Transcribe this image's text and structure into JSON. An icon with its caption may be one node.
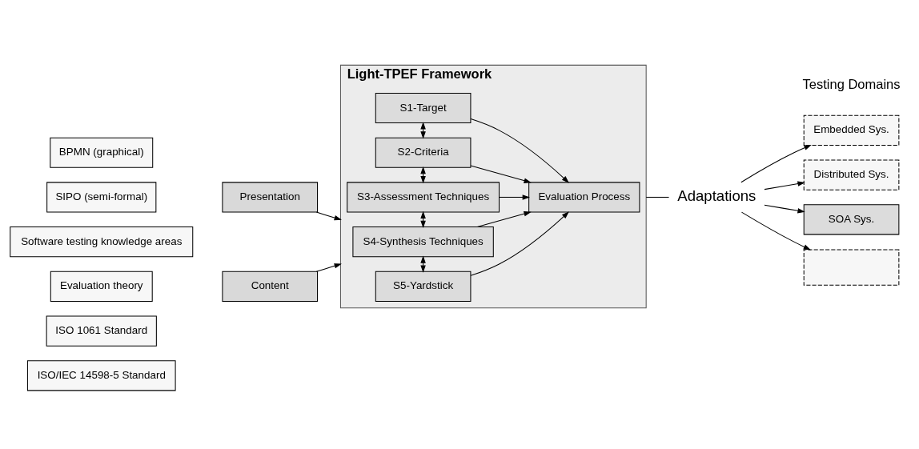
{
  "diagram": {
    "nodes": [
      {
        "text": [
          "BPMN (graphical)"
        ]
      },
      {
        "text": [
          "SIPO (semi-formal)"
        ]
      },
      {
        "text": [
          "Presentation"
        ]
      },
      {
        "text": [
          "Software testing knowledge areas"
        ]
      },
      {
        "text": [
          "Evaluation theory"
        ]
      },
      {
        "text": [
          "ISO 1061 Standard"
        ]
      },
      {
        "text": [
          "ISO/IEC 14598-5 Standard"
        ]
      },
      {
        "text": [
          "Content"
        ]
      },
      {
        "text": [
          "Light-TPEF Framework"
        ]
      },
      {
        "text": [
          "S1-Target"
        ],
        "in": 8
      },
      {
        "text": [
          "S2-Criteria"
        ],
        "in": 8
      },
      {
        "text": [
          "S3-Assessment Techniques"
        ],
        "in": 8
      },
      {
        "text": [
          "S4-Synthesis Techniques"
        ],
        "in": 8
      },
      {
        "text": [
          "S5-Yardstick"
        ],
        "in": 8
      },
      {
        "text": [
          "Evaluation Process"
        ],
        "in": 8
      },
      {
        "text": [
          "Adaptations"
        ]
      },
      {
        "text": [
          "Embedded Sys."
        ]
      },
      {
        "text": [
          "Distributed Sys."
        ]
      },
      {
        "text": [
          "SOA Sys."
        ]
      },
      {
        "text": [],
        "shape": "box"
      }
    ],
    "edges": [
      {
        "from": 2,
        "to": 8,
        "arrow": "to"
      },
      {
        "from": 7,
        "to": 8,
        "arrow": "to"
      },
      {
        "from": 9,
        "to": 14,
        "arrow": "to"
      },
      {
        "from": 10,
        "to": 14,
        "arrow": "to"
      },
      {
        "from": 11,
        "to": 14,
        "arrow": "to"
      },
      {
        "from": 12,
        "to": 14,
        "arrow": "to"
      },
      {
        "from": 13,
        "to": 14,
        "arrow": "to"
      },
      {
        "from": 9,
        "to": 10,
        "arrow": "both"
      },
      {
        "from": 10,
        "to": 11,
        "arrow": "both"
      },
      {
        "from": 11,
        "to": 12,
        "arrow": "both"
      },
      {
        "from": 12,
        "to": 13,
        "arrow": "both"
      },
      {
        "from": 8,
        "to": 15,
        "arrow": "none"
      },
      {
        "from": 15,
        "to": 16,
        "arrow": "to"
      },
      {
        "from": 15,
        "to": 17,
        "arrow": "to"
      },
      {
        "from": 15,
        "to": 18,
        "arrow": "to"
      },
      {
        "from": 15,
        "to": 19,
        "arrow": "to"
      }
    ],
    "labels": [
      "Testing Domains"
    ]
  }
}
